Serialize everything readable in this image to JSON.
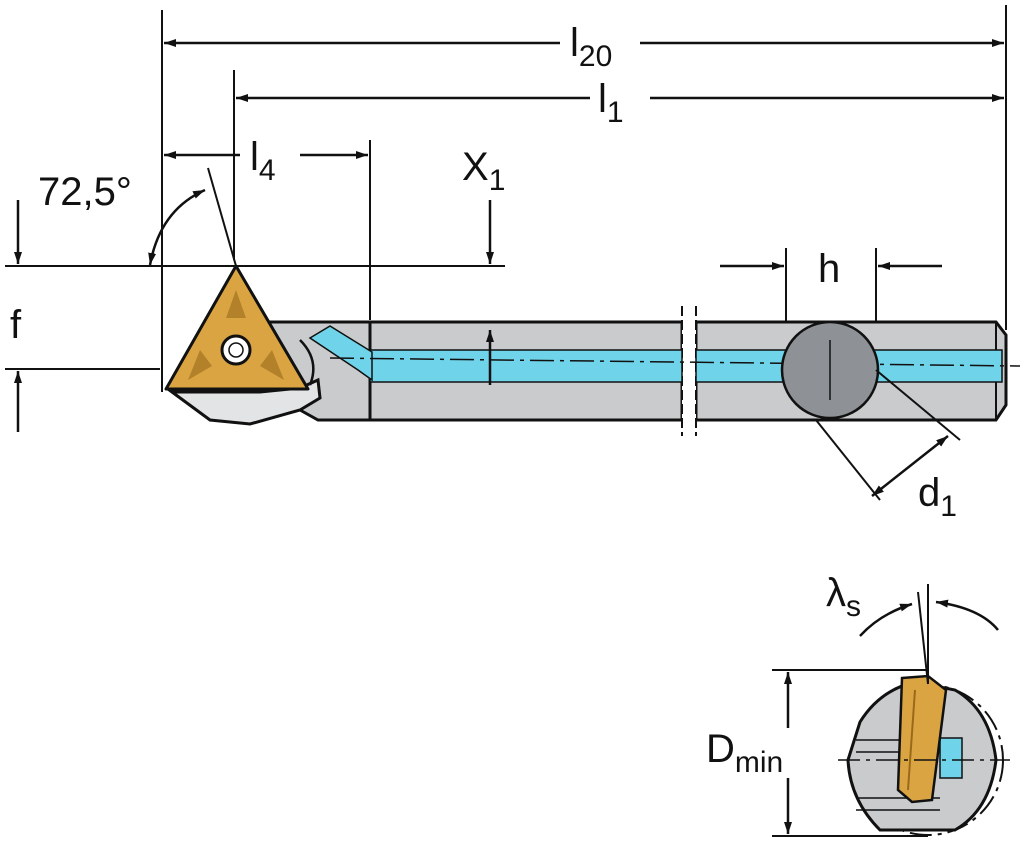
{
  "labels": {
    "l20": "l",
    "l20_sub": "20",
    "l1": "l",
    "l1_sub": "1",
    "l4": "l",
    "l4_sub": "4",
    "x1": "X",
    "x1_sub": "1",
    "angle": "72,5°",
    "f": "f",
    "h": "h",
    "d1": "d",
    "d1_sub": "1",
    "lambda": "λ",
    "lambda_sub": "s",
    "dmin": "D",
    "dmin_sub": "min"
  },
  "colors": {
    "line": "#111111",
    "body_fill": "#c9cbcd",
    "body_light": "#e2e4e6",
    "insert_gold": "#d9a441",
    "insert_dark": "#9a6a1a",
    "coolant": "#6fd3ea",
    "round_shank": "#8e9296"
  }
}
